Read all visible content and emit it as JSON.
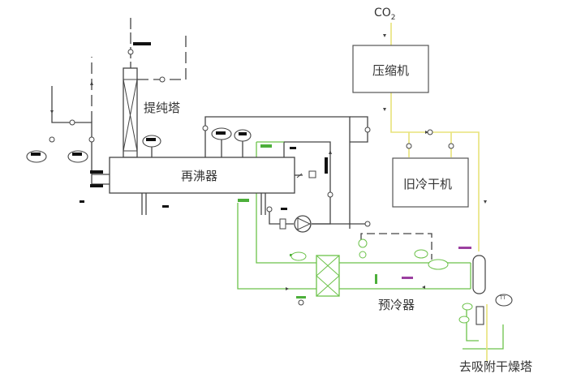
{
  "title": "CO2 purification process flow",
  "labels": {
    "purification_tower": "提纯塔",
    "reboiler": "再沸器",
    "compressor": "压缩机",
    "old_dryer": "旧冷干机",
    "precooler": "预冷器",
    "to_adsorption_dryer": "去吸附干燥塔",
    "co2_main": "CO",
    "co2_sub": "2",
    "tt": "TT"
  },
  "colors": {
    "process_line": "#444444",
    "refrigerant_line": "#6cc24a",
    "co2_line": "#e8e37a",
    "tag_block": "#111111",
    "tag_green": "#4caf3a",
    "tag_purple": "#9b3fa0"
  }
}
